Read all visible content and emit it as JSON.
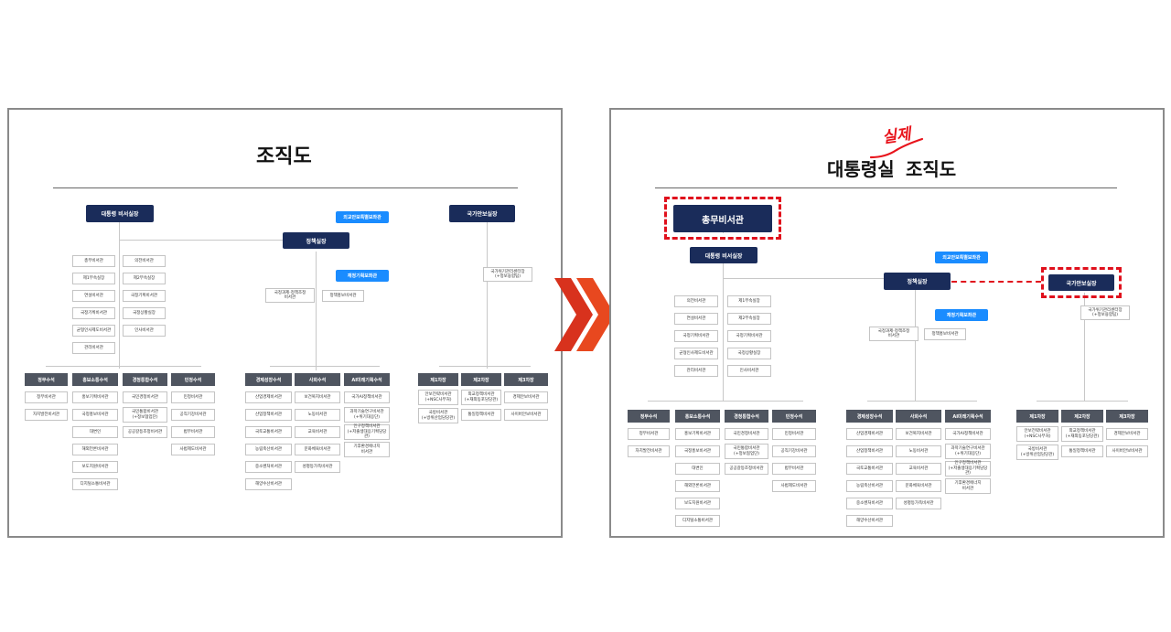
{
  "left": {
    "title": "조직도",
    "top": {
      "chief": "대통령 비서실장",
      "policy": "정책실장",
      "security": "국가안보실장"
    },
    "blue": {
      "b1": "외교안보특별보좌관",
      "b2": "재정기획보좌관"
    },
    "sec_boxes": [
      "총무비서관",
      "의전비서관",
      "제1부속실장",
      "제2부속실장",
      "연설비서관",
      "국정기획비서관",
      "국정기획비서관",
      "국정상황실장",
      "균형인사제도비서관",
      "인사비서관",
      "관리비서관"
    ],
    "policy_boxes": [
      "국정과제·정책조정\n비서관",
      "정책홍보비서관"
    ],
    "security_box": "국가위기관리센터장\n(+정보융합팀)",
    "categories": [
      "정무수석",
      "홍보소통수석",
      "경청통합수석",
      "민정수석",
      "경제성장수석",
      "사회수석",
      "AI미래기획수석",
      "제1차장",
      "제2차장",
      "제3차장"
    ],
    "columns": [
      [
        "정무비서관",
        "자치발전비서관"
      ],
      [
        "홍보기획비서관",
        "국정홍보비서관",
        "대변인",
        "해외언론비서관",
        "보도지원비서관",
        "디지털소통비서관"
      ],
      [
        "국민경청비서관",
        "국민통합비서관\n(+정보협업단)",
        "공공갈등조정비서관"
      ],
      [
        "민정비서관",
        "공직기강비서관",
        "법무비서관",
        "사법제도비서관"
      ],
      [
        "산업경제비서관",
        "산업정책비서관",
        "국토교통비서관",
        "농림축산비서관",
        "중소벤처비서관",
        "해양수산비서관"
      ],
      [
        "보건복지비서관",
        "노동비서관",
        "교육비서관",
        "문화체육비서관",
        "성평등가족비서관"
      ],
      [
        "국가AI정책비서관",
        "과학기술연구비서관\n(+위기대응단)",
        "인구정책비서관\n(+저출생대응기획담당관)",
        "기후환경에너지\n비서관"
      ],
      [
        "안보전략비서관\n(+NSC사무처)",
        "국방비서관\n(+방위산업담당관)"
      ],
      [
        "외교정책비서관\n(+재외동포담당관)",
        "통일정책비서관"
      ],
      [
        "경제안보비서관",
        "사이버안보비서관"
      ]
    ]
  },
  "right": {
    "title_main": "대통령실",
    "title_suffix": "조직도",
    "stamp": "실제",
    "highlight": "총무비서관",
    "top": {
      "chief": "대통령 비서실장",
      "policy": "정책실장",
      "security": "국가안보실장"
    },
    "blue": {
      "b1": "외교안보특별보좌관",
      "b2": "재정기획보좌관"
    },
    "sec_boxes": [
      "의전비서관",
      "제1부속실장",
      "연설비서관",
      "제2부속실장",
      "국정기획비서관",
      "국정기획비서관",
      "균형인사제도비서관",
      "국정상황실장",
      "관리비서관",
      "인사비서관"
    ],
    "policy_boxes": [
      "국정과제·정책조정\n비서관",
      "정책홍보비서관"
    ],
    "security_box": "국가위기관리센터장\n(+정보융합팀)",
    "categories": [
      "정무수석",
      "홍보소통수석",
      "경청통합수석",
      "민정수석",
      "경제성장수석",
      "사회수석",
      "AI미래기획수석",
      "제1차장",
      "제2차장",
      "제3차장"
    ],
    "columns": [
      [
        "정무비서관",
        "자치발전비서관"
      ],
      [
        "홍보기획비서관",
        "국정홍보비서관",
        "대변인",
        "해외언론비서관",
        "보도지원비서관",
        "디지털소통비서관"
      ],
      [
        "국민경청비서관",
        "국민통합비서관\n(+정보협업단)",
        "공공갈등조정비서관"
      ],
      [
        "민정비서관",
        "공직기강비서관",
        "법무비서관",
        "사법제도비서관"
      ],
      [
        "산업경제비서관",
        "산업정책비서관",
        "국토교통비서관",
        "농림축산비서관",
        "중소벤처비서관",
        "해양수산비서관"
      ],
      [
        "보건복지비서관",
        "노동비서관",
        "교육비서관",
        "문화체육비서관",
        "성평등가족비서관"
      ],
      [
        "국가AI정책비서관",
        "과학기술연구비서관\n(+위기대응단)",
        "인구정책비서관\n(+저출생대응기획담당관)",
        "기후환경에너지\n비서관"
      ],
      [
        "안보전략비서관\n(+NSC사무처)",
        "국방비서관\n(+방위산업담당관)"
      ],
      [
        "외교정책비서관\n(+재외동포담당관)",
        "통일정책비서관"
      ],
      [
        "경제안보비서관",
        "사이버안보비서관"
      ]
    ]
  }
}
